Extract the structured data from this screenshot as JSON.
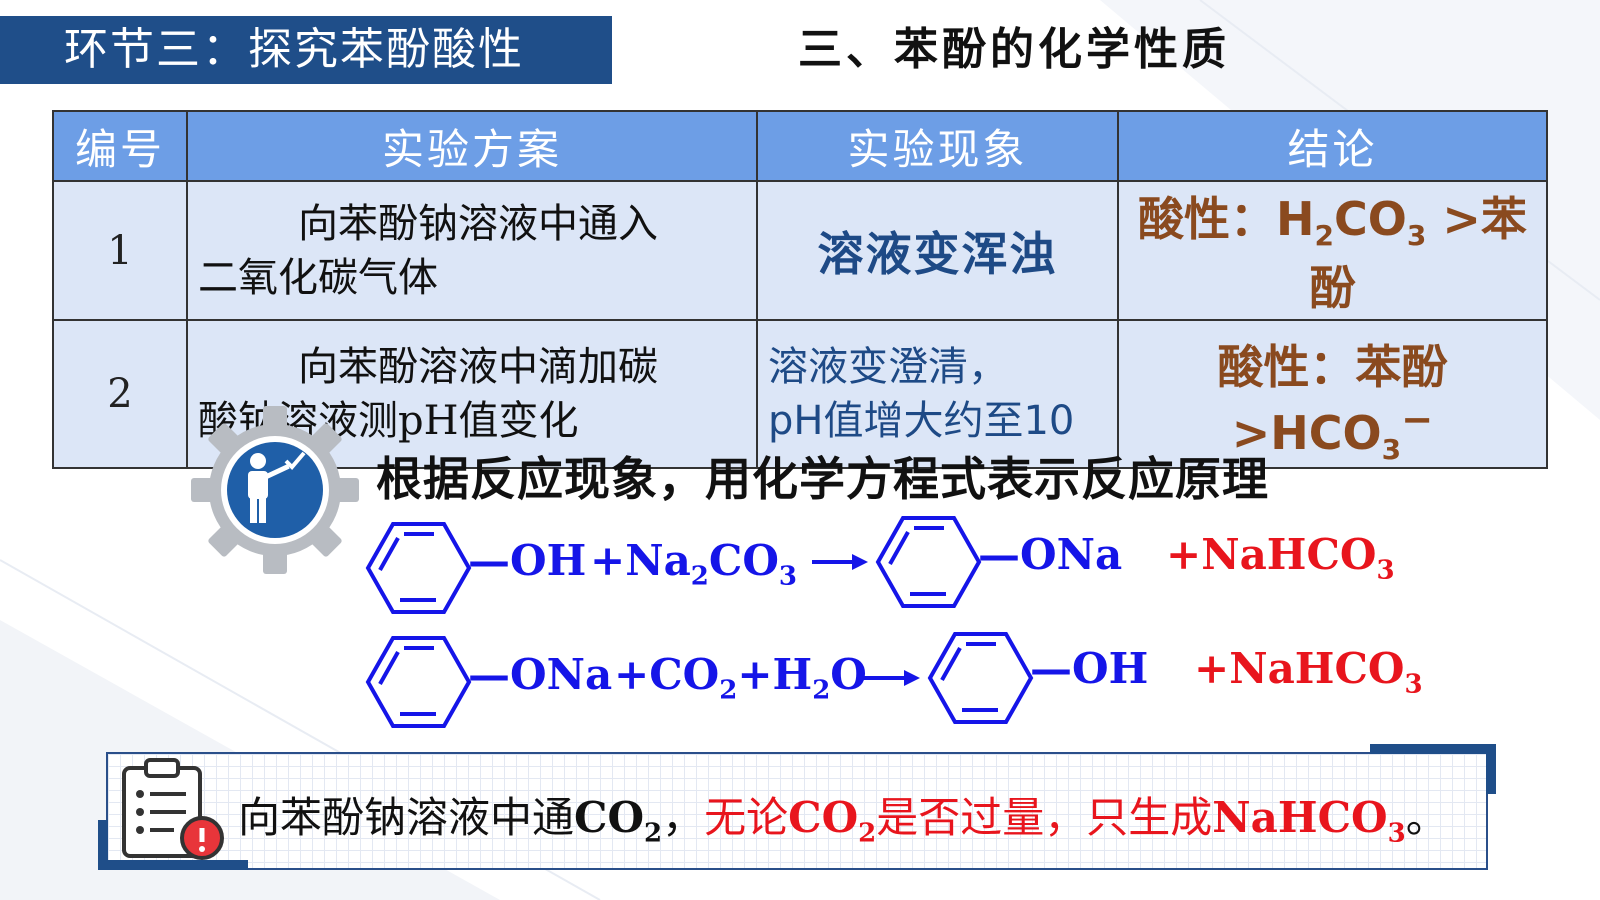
{
  "header": {
    "section_tab": "环节三：探究苯酚酸性",
    "page_title": "三、苯酚的化学性质"
  },
  "table": {
    "headers": [
      "编号",
      "实验方案",
      "实验现象",
      "结论"
    ],
    "rows": [
      {
        "no": "1",
        "plan_line1": "向苯酚钠溶液中通入",
        "plan_line2": "二氧化碳气体",
        "observation": "溶液变浑浊",
        "conclusion_prefix": "酸性：H",
        "conclusion_sub1": "2",
        "conclusion_mid": "CO",
        "conclusion_sub2": "3",
        "conclusion_suffix": " >苯酚"
      },
      {
        "no": "2",
        "plan_line1": "向苯酚溶液中滴加碳",
        "plan_line2": "酸钠溶液测pH值变化",
        "observation_line1": "溶液变澄清，",
        "observation_line2": "pH值增大约至10",
        "conclusion_prefix": "酸性：苯酚>HCO",
        "conclusion_sub": "3",
        "conclusion_sup": "−"
      }
    ]
  },
  "prompt": "根据反应现象，用化学方程式表示反应原理",
  "equations": [
    {
      "reactant_group": "—OH",
      "reagent_a": "+Na",
      "reagent_sub1": "2",
      "reagent_b": "CO",
      "reagent_sub2": "3",
      "product_group": "—ONa",
      "byproduct": "+NaHCO",
      "byproduct_sub": "3"
    },
    {
      "reactant_group": "—ONa",
      "reagent_a": "+CO",
      "reagent_sub1": "2",
      "reagent_b": "+H",
      "reagent_sub2": "2",
      "reagent_c": "O",
      "product_group": "—OH",
      "byproduct": "+NaHCO",
      "byproduct_sub": "3"
    }
  ],
  "note": {
    "part1": "向苯酚钠溶液中通",
    "co2_a": "CO",
    "co2_sub_a": "2",
    "comma": "，",
    "red1": "无论",
    "co2_b": "CO",
    "co2_sub_b": "2",
    "red2": "是否过量，只生成",
    "nahco3": "NaHCO",
    "nahco3_sub": "3",
    "end": "。"
  },
  "colors": {
    "header_blue": "#1f4e89",
    "table_header": "#6d9ee6",
    "table_cell": "#dce6f7",
    "equation_blue": "#1515e8",
    "equation_red": "#e8151d",
    "conclusion_brown": "#8a4a1f"
  },
  "icons": [
    "teacher-gear-icon",
    "clipboard-alert-icon",
    "benzene-ring-icon",
    "arrow-right-icon"
  ]
}
